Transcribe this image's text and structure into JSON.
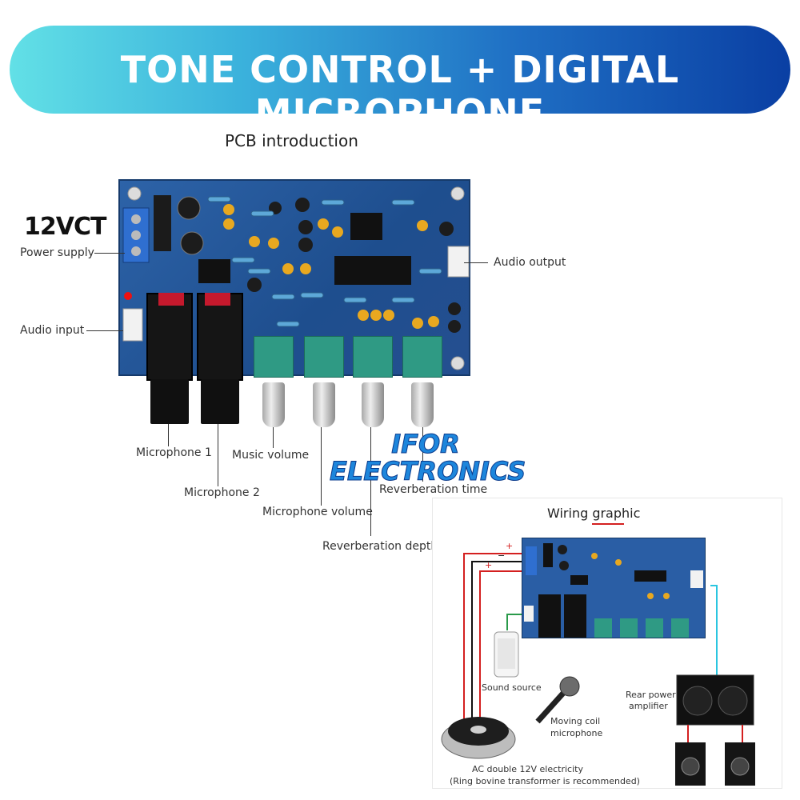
{
  "banner": {
    "title": "TONE CONTROL + DIGITAL MICROPHONE"
  },
  "pcb_section": {
    "title": "PCB introduction",
    "voltage_label": "12VCT",
    "labels": {
      "power_supply": "Power supply",
      "audio_input": "Audio input",
      "audio_output": "Audio output",
      "microphone_1": "Microphone 1",
      "microphone_2": "Microphone 2",
      "music_volume": "Music volume",
      "microphone_volume": "Microphone volume",
      "reverberation_depth": "Reverberation deptl",
      "reverberation_time": "Reverberation time"
    }
  },
  "watermark": {
    "line1": "IFOR",
    "line2": "ELECTRONICS"
  },
  "wiring_section": {
    "title": "Wiring graphic",
    "labels": {
      "sound_source": "Sound source",
      "moving_coil_1": "Moving coil",
      "moving_coil_2": "microphone",
      "rear_power_1": "Rear power",
      "rear_power_2": "amplifier",
      "ac_line1": "AC double 12V electricity",
      "ac_line2": "(Ring bovine transformer is recommended)",
      "plus_1": "+",
      "minus": "−",
      "plus_2": "+"
    }
  },
  "colors": {
    "pcb": "#2a5ea5",
    "pot": "#2f9a84",
    "wire_red": "#d42020",
    "wire_cyan": "#2bc6e0",
    "wire_black": "#111111"
  }
}
